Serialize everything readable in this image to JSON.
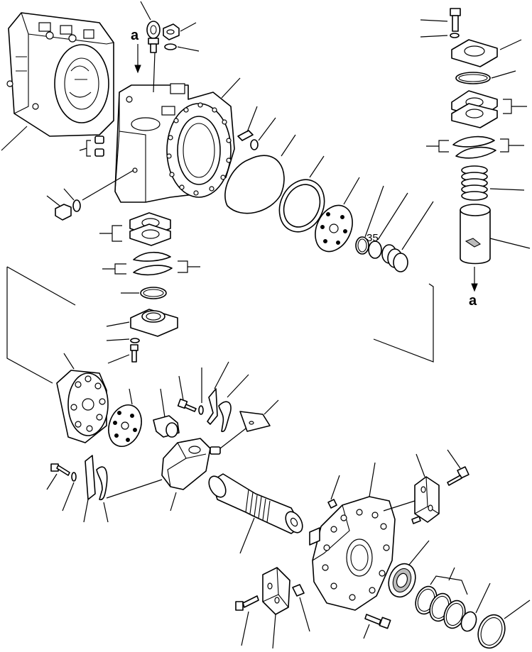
{
  "labels": {
    "ref_a_top": "a",
    "ref_a_right": "a",
    "callout_35": "35"
  }
}
